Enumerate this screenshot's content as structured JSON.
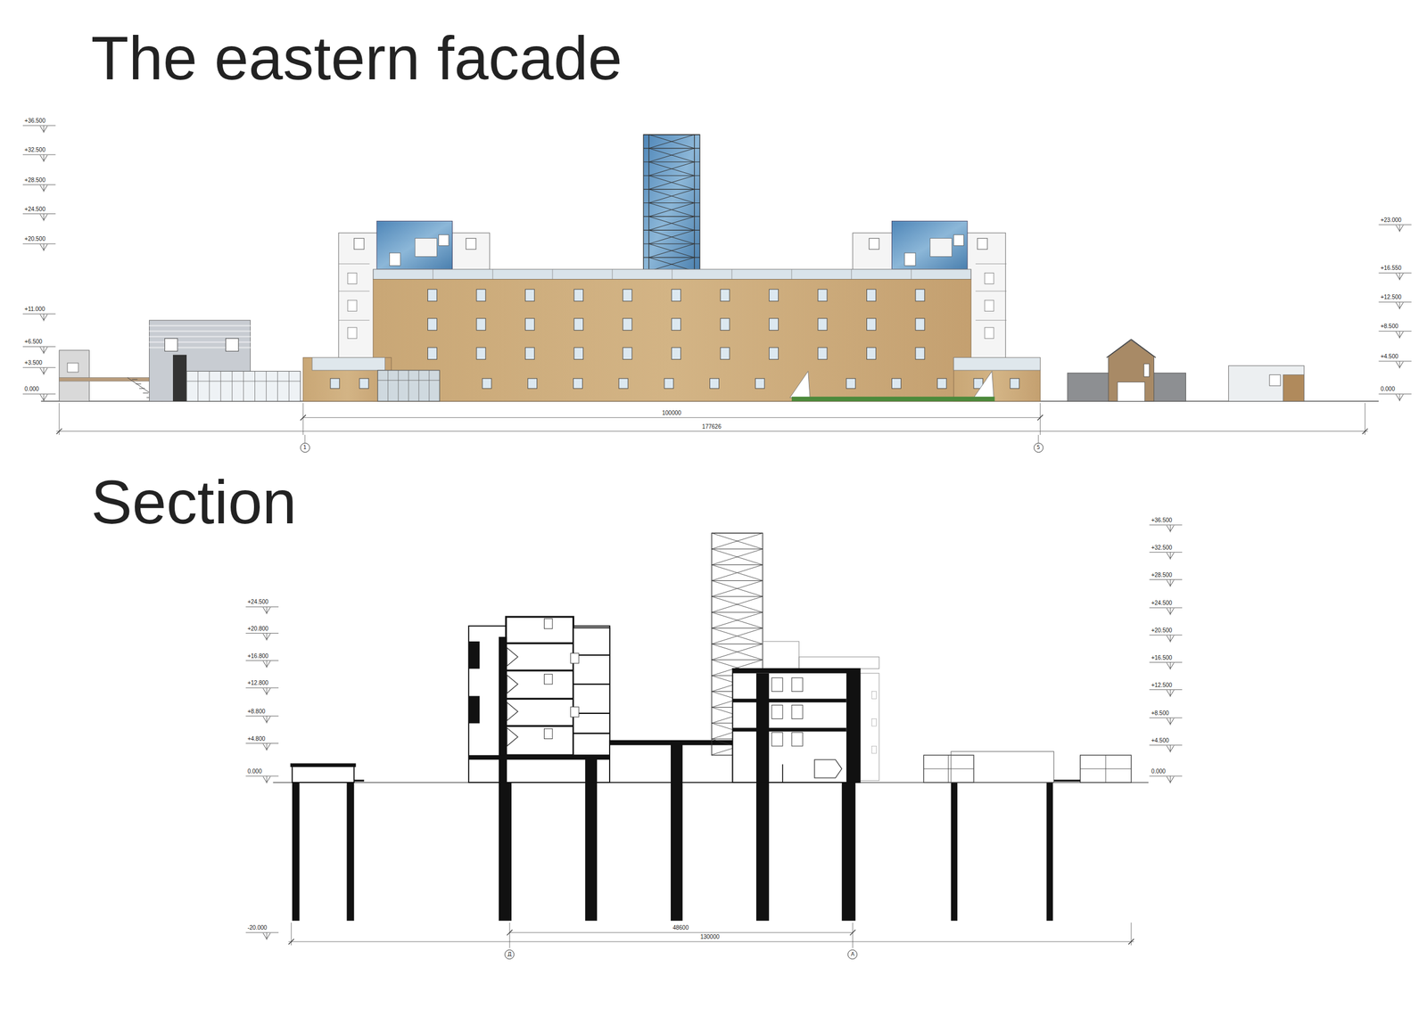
{
  "diagram": {
    "title": "The eastern facade",
    "nodes": [
      {
        "text": [
          "1"
        ]
      },
      {
        "text": [
          "5"
        ]
      },
      {
        "text": [
          "Д"
        ]
      },
      {
        "text": [
          "А"
        ]
      }
    ],
    "labels": [
      "Section",
      "+36.500",
      "+32.500",
      "+28.500",
      "+24.500",
      "+20.500",
      "+11.000",
      "+6.500",
      "+3.500",
      "0.000",
      "+23.000",
      "+16.550",
      "+12.500",
      "+8.500",
      "+4.500",
      "0.000",
      "100000",
      "177626",
      "+24.500",
      "+20.800",
      "+16.800",
      "+12.800",
      "+8.800",
      "+4.800",
      "0.000",
      "-20.000",
      "+36.500",
      "+32.500",
      "+28.500",
      "+24.500",
      "+20.500",
      "+16.500",
      "+12.500",
      "+8.500",
      "+4.500",
      "0.000",
      "48600",
      "130000"
    ]
  }
}
